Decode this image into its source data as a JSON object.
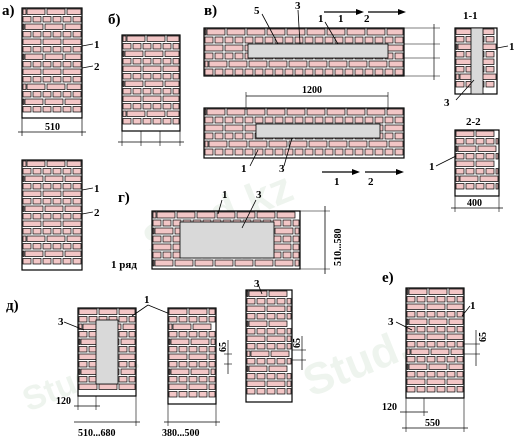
{
  "colors": {
    "brick": "#f2c6c6",
    "line": "#000000",
    "fill": "#d9d9d9",
    "background": "#ffffff",
    "watermark": "#96b996"
  },
  "watermark": {
    "text": "Stud.kz"
  },
  "figure_a": {
    "label": "а)",
    "callouts": [
      "1",
      "2"
    ],
    "dimension": "510",
    "callouts_lower": [
      "1",
      "2"
    ],
    "row_note": "1 ряд"
  },
  "figure_b": {
    "label": "б)"
  },
  "figure_v": {
    "label": "в)",
    "callouts": [
      "5",
      "3",
      "1"
    ],
    "section_marks": [
      "1",
      "2"
    ],
    "dimension": "1200",
    "callouts_lower": [
      "1",
      "3"
    ],
    "section_marks_lower": [
      "1",
      "2"
    ]
  },
  "section_1_1": {
    "label": "1-1",
    "callout": "1",
    "callout_low": "3"
  },
  "section_2_2": {
    "label": "2-2",
    "callout": "1",
    "dimension": "400"
  },
  "figure_g": {
    "label": "г)",
    "callouts": [
      "1",
      "3"
    ],
    "dimension": "510...580"
  },
  "figure_d": {
    "label": "д)",
    "callouts": [
      "3",
      "1"
    ],
    "dimension_left": "120",
    "dimension_wide": "510...680",
    "dimension_narrow": "380...500",
    "dimension_vertical": "65",
    "right_callout": "3",
    "right_dimension": "65"
  },
  "figure_e": {
    "label": "е)",
    "callouts": [
      "3",
      "1"
    ],
    "dimension_vertical": "65",
    "dimension_left": "120",
    "dimension_width": "550"
  }
}
